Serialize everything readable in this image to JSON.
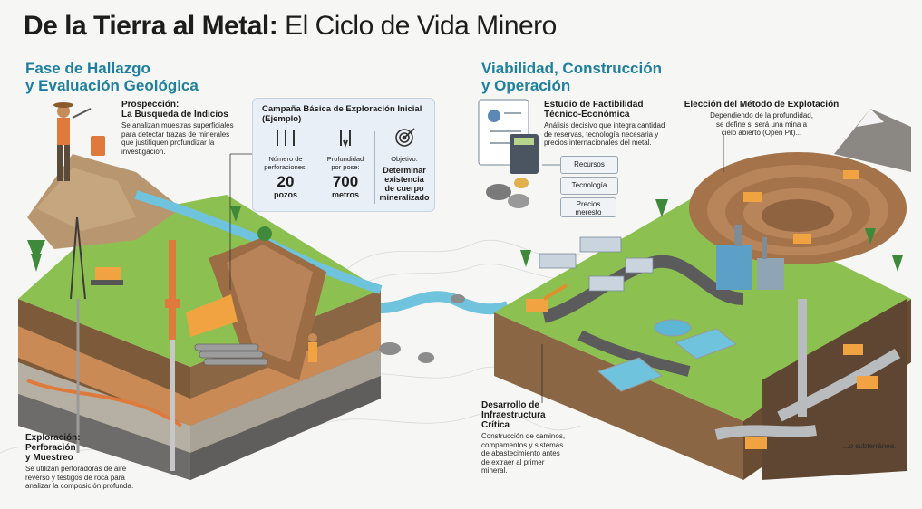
{
  "title": {
    "bold": "De la Tierra al Metal:",
    "light": "El Ciclo de Vida Minero"
  },
  "left_section": {
    "line1": "Fase de Hallazgo",
    "line2": "y Evaluación Geológica"
  },
  "right_section": {
    "line1": "Viabilidad, Construcción",
    "line2": "y Operación"
  },
  "prospeccion": {
    "title1": "Prospección:",
    "title2": "La Busqueda de Indicios",
    "body": [
      "Se analizan muestras superficiales",
      "para detectar trazas de minerales",
      "que justifiquen profundizar la",
      "investigación."
    ]
  },
  "campana": {
    "title1": "Campaña Básica de Exploración Inicial",
    "title2": "(Ejemplo)",
    "col1": {
      "cap1": "Número de",
      "cap2": "perforaciones:",
      "num": "20",
      "unit": "pozos"
    },
    "col2": {
      "cap1": "Profundidad",
      "cap2": "por pose:",
      "num": "700",
      "unit": "metros"
    },
    "col3": {
      "cap1": "Objetivo:",
      "l1": "Determinar",
      "l2": "existencia",
      "l3": "de cuerpo",
      "l4": "mineralizado"
    }
  },
  "exploracion": {
    "t1": "Exploración:",
    "t2": "Perforación",
    "t3": "y Muestreo",
    "body": [
      "Se utilizan perforadoras de aire",
      "reverso y testigos de roca para",
      "analizar la composición profunda."
    ]
  },
  "estudio": {
    "t1": "Estudio de Factibilidad",
    "t2": "Técnico-Económica",
    "body": [
      "Análisis decisivo que integra cantidad",
      "de reservas, tecnología necesaria y",
      "precios internacionales del metal."
    ]
  },
  "tags": {
    "recursos": "Recursos",
    "tecnologia": "Tecnología",
    "precios1": "Precios",
    "precios2": "meresto"
  },
  "eleccion": {
    "t1": "Elección del Método de Explotación",
    "body": [
      "Dependiendo de la profundidad,",
      "se define si será una mina a",
      "cielo abierto (Open Pit)..."
    ]
  },
  "desarrollo": {
    "t1": "Desarrollo de",
    "t2": "Infraestructura",
    "t3": "Crítica",
    "body": [
      "Construcción de caminos,",
      "compamentos y sistemas",
      "de abastecimiento antes",
      "de extraer al primer",
      "mineral."
    ]
  },
  "subterranea": "...o subterránea.",
  "colors": {
    "accent": "#1e7f9e",
    "grass": "#8cc152",
    "soil": "#a4734a",
    "water": "#6fc3dc"
  }
}
